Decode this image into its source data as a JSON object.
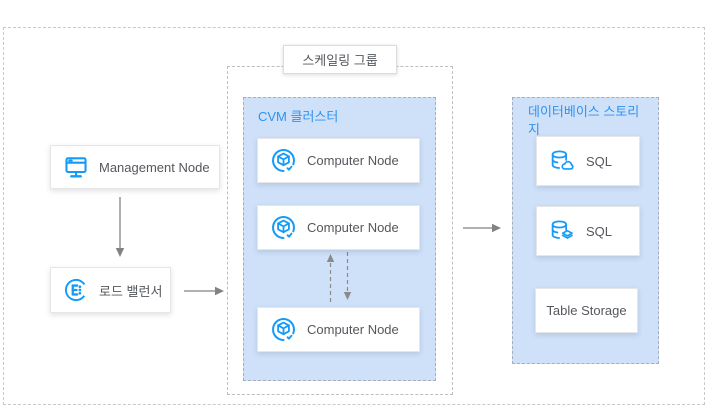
{
  "colors": {
    "accent_blue": "#149bf8",
    "title_blue": "#2b93f2",
    "panel_blue": "#cfe1f9",
    "arrow_gray": "#828282",
    "text_gray": "#54575c"
  },
  "diagram": {
    "scaling_group": {
      "label": "스케일링 그룹"
    },
    "management_node": {
      "label": "Management Node",
      "icon": "monitor-icon"
    },
    "load_balancer": {
      "label": "로드 밸런서",
      "icon": "load-balancer-icon"
    },
    "cvm_cluster": {
      "title": "CVM 클러스터",
      "nodes": [
        {
          "label": "Computer Node",
          "icon": "cvm-icon"
        },
        {
          "label": "Computer Node",
          "icon": "cvm-icon"
        },
        {
          "label": "Computer Node",
          "icon": "cvm-icon"
        }
      ]
    },
    "database_storage": {
      "title": "데이터베이스 스토리지",
      "items": [
        {
          "label": "SQL",
          "icon": "database-cloud-icon"
        },
        {
          "label": "SQL",
          "icon": "database-layers-icon"
        },
        {
          "label": "Table Storage",
          "icon": "none"
        }
      ]
    },
    "arrows": [
      "management-to-loadbalancer",
      "loadbalancer-to-scaling-group",
      "scaling-group-to-database",
      "scale-up-dashed",
      "scale-down-dashed"
    ]
  }
}
